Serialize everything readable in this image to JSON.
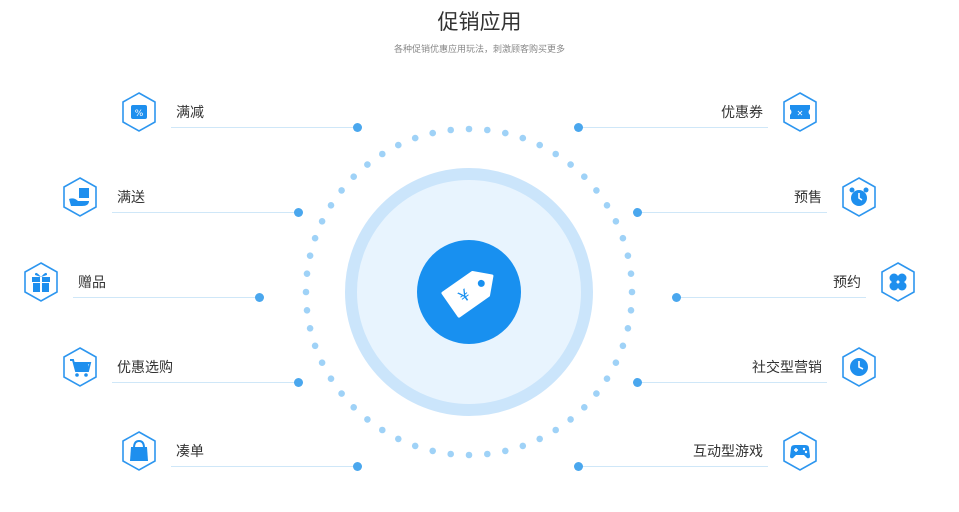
{
  "header": {
    "title": "促销应用",
    "subtitle": "各种促销优惠应用玩法，刺激顾客购买更多"
  },
  "colors": {
    "accent": "#1890f0",
    "light_ring": "#d4ecfd",
    "ring_fill": "#e8f4fe",
    "dot": "#4aa7ee",
    "line": "#cfe7f8"
  },
  "center": {
    "icon": "price-tag-icon"
  },
  "left_items": [
    {
      "label": "满减",
      "icon": "percent-coupon-icon"
    },
    {
      "label": "满送",
      "icon": "hand-gift-icon"
    },
    {
      "label": "赠品",
      "icon": "gift-box-icon"
    },
    {
      "label": "优惠选购",
      "icon": "shopping-cart-icon"
    },
    {
      "label": "凑单",
      "icon": "shopping-bag-icon"
    }
  ],
  "right_items": [
    {
      "label": "优惠券",
      "icon": "ticket-icon"
    },
    {
      "label": "预售",
      "icon": "alarm-clock-icon"
    },
    {
      "label": "预约",
      "icon": "four-petal-icon"
    },
    {
      "label": "社交型营销",
      "icon": "clock-icon"
    },
    {
      "label": "互动型游戏",
      "icon": "gamepad-icon"
    }
  ]
}
